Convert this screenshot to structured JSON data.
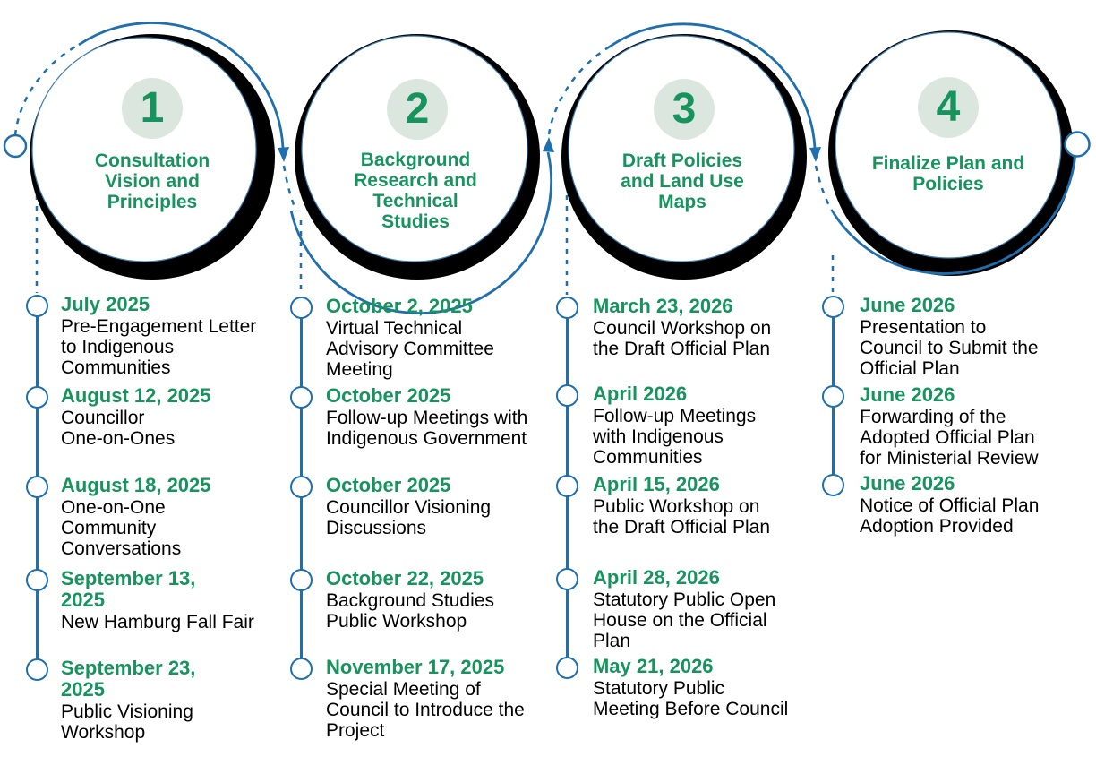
{
  "colors": {
    "green": "#17945E",
    "blue": "#1F6FAE",
    "badge_green": "#DBE7DE",
    "ring_black": "#000000",
    "text_black": "#000000"
  },
  "phases": [
    {
      "number": "1",
      "title": "Consultation\nVision and\nPrinciples",
      "milestones": [
        {
          "date": "July 2025",
          "desc": "Pre-Engagement Letter\nto Indigenous\nCommunities"
        },
        {
          "date": "August 12, 2025",
          "desc": "Councillor\nOne-on-Ones"
        },
        {
          "date": "August 18, 2025",
          "desc": "One-on-One\nCommunity\nConversations"
        },
        {
          "date": "September 13,\n2025",
          "desc": "New Hamburg Fall Fair"
        },
        {
          "date": "September 23,\n2025",
          "desc": "Public Visioning\nWorkshop"
        }
      ]
    },
    {
      "number": "2",
      "title": "Background\nResearch and\nTechnical\nStudies",
      "milestones": [
        {
          "date": "October 2, 2025",
          "desc": "Virtual Technical\nAdvisory Committee\nMeeting"
        },
        {
          "date": "October 2025",
          "desc": "Follow-up Meetings with\nIndigenous Government"
        },
        {
          "date": "October 2025",
          "desc": "Councillor Visioning\nDiscussions"
        },
        {
          "date": "October 22, 2025",
          "desc": "Background Studies\nPublic Workshop"
        },
        {
          "date": "November 17, 2025",
          "desc": "Special Meeting of\nCouncil to Introduce the\nProject"
        }
      ]
    },
    {
      "number": "3",
      "title": "Draft Policies\nand Land Use\nMaps",
      "milestones": [
        {
          "date": "March 23, 2026",
          "desc": "Council Workshop on\nthe Draft Official Plan"
        },
        {
          "date": "April 2026",
          "desc": "Follow-up Meetings\nwith Indigenous\nCommunities"
        },
        {
          "date": "April 15, 2026",
          "desc": "Public Workshop on\nthe Draft Official Plan"
        },
        {
          "date": "April 28, 2026",
          "desc": "Statutory Public Open\nHouse on the Official\nPlan"
        },
        {
          "date": "May 21, 2026",
          "desc": "Statutory Public\nMeeting Before Council"
        }
      ]
    },
    {
      "number": "4",
      "title": "Finalize Plan and\nPolicies",
      "milestones": [
        {
          "date": "June 2026",
          "desc": "Presentation to\nCouncil to Submit the\nOfficial Plan"
        },
        {
          "date": "June 2026",
          "desc": "Forwarding of the\nAdopted Official Plan\nfor Ministerial Review"
        },
        {
          "date": "June 2026",
          "desc": "Notice of Official Plan\nAdoption Provided"
        }
      ]
    }
  ]
}
